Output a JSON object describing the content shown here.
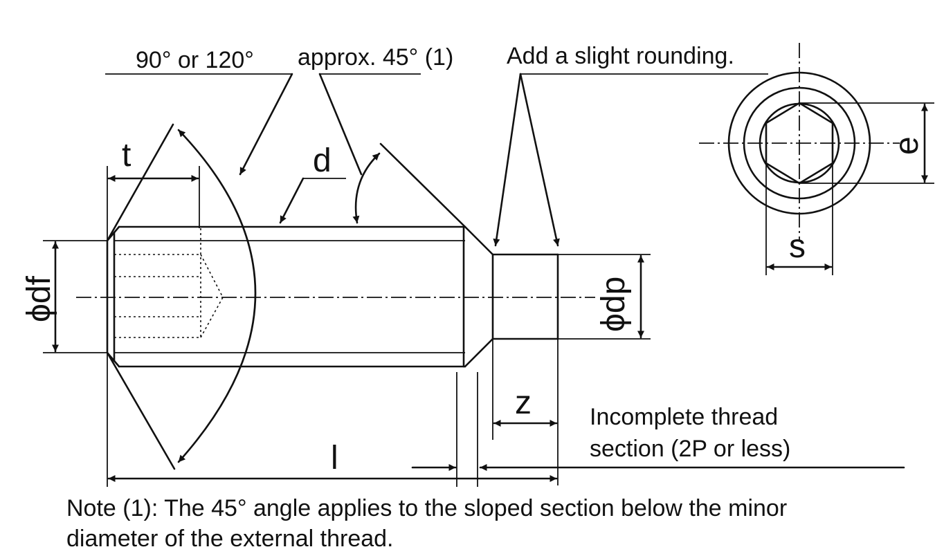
{
  "labels": {
    "angle_point": "90° or 120°",
    "angle_45": "approx. 45° (1)",
    "rounding": "Add a slight rounding.",
    "t": "t",
    "d": "d",
    "df": "ϕdf",
    "dp": "ϕdp",
    "e": "e",
    "s": "s",
    "z": "z",
    "l": "l",
    "incomplete_line1": "Incomplete thread",
    "incomplete_line2": "section (2P or less)"
  },
  "note": {
    "line1": "Note (1): The 45° angle applies to the sloped section below the minor",
    "line2": "diameter of the external thread."
  }
}
